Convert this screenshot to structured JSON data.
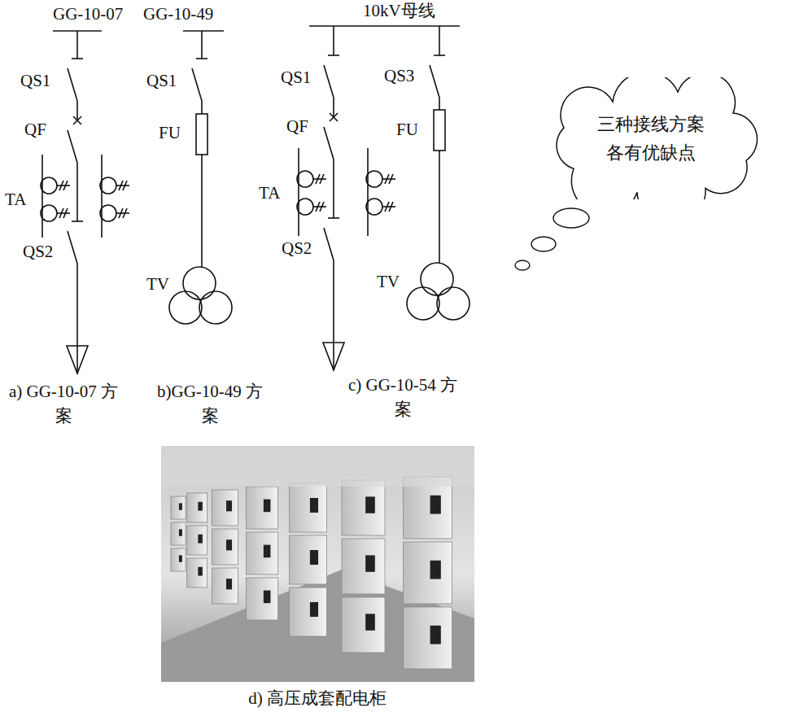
{
  "diagram": {
    "nodes": [
      {
        "text": [
          "三种接线方案 各有优缺点"
        ]
      }
    ],
    "labels": [
      "GG-10-07",
      "GG-10-49",
      "10kV母线",
      "QS1",
      "QS1",
      "QS1",
      "QS3",
      "QF",
      "QF",
      "FU",
      "FU",
      "TA",
      "TA",
      "QS2",
      "QS2",
      "TV",
      "TV",
      "a) GG-10-07 方案",
      "b)GG-10-49 方案",
      "c) GG-10-54 方案",
      "d) 高压成套配电柜"
    ]
  }
}
